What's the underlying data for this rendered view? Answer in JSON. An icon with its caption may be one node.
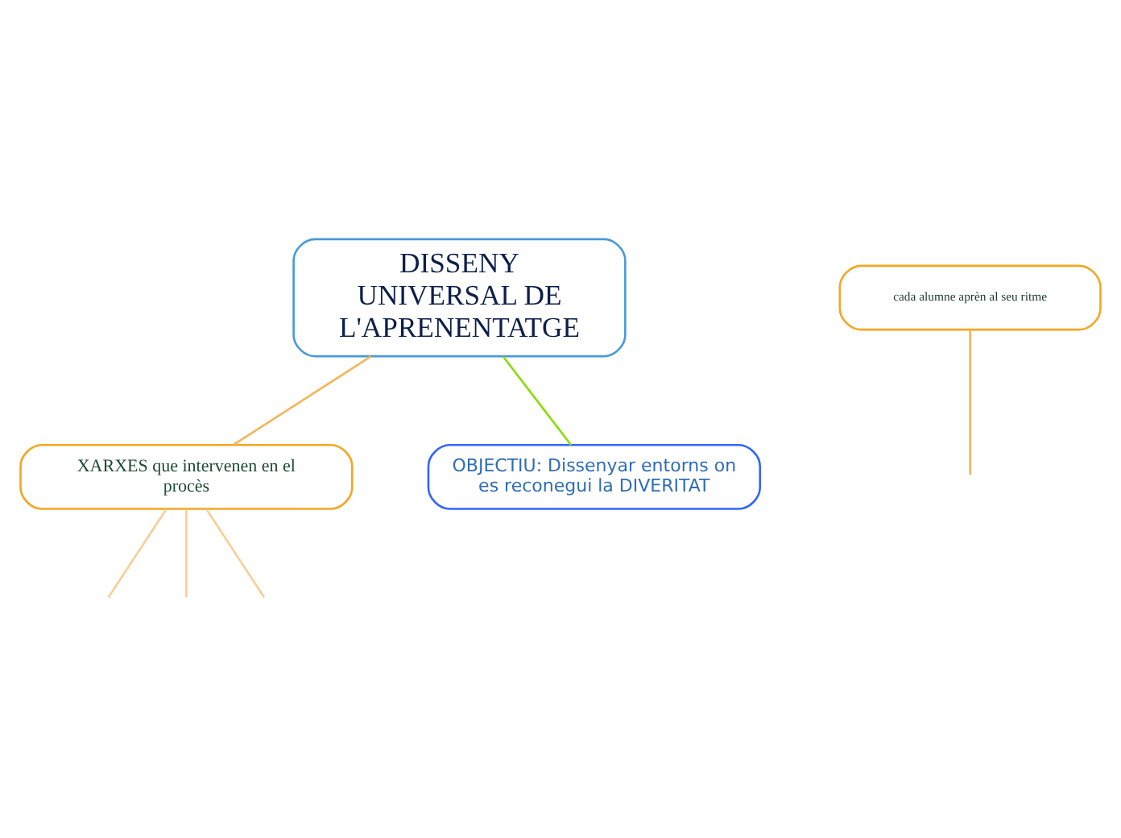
{
  "diagram": {
    "nodes": [
      {
        "text": [
          "DISSENY UNIVERSAL DE L'APRENENTATGE"
        ]
      },
      {
        "text": [
          "XARXES que intervenen en el procès"
        ]
      },
      {
        "text": [
          "OBJECTIU: Dissenyar entorns on es reconegui la DIVERITAT"
        ]
      },
      {
        "text": [
          "cada alumne aprèn al seu ritme"
        ]
      }
    ],
    "edges": [
      {
        "from": 0,
        "to": 1,
        "arrow": "none",
        "color": "#f5b55a"
      },
      {
        "from": 0,
        "to": 2,
        "arrow": "none",
        "color": "#88dd00"
      },
      {
        "from": 1,
        "to": null,
        "arrow": "none",
        "color": "#f8cf94"
      },
      {
        "from": 1,
        "to": null,
        "arrow": "none",
        "color": "#f8cf94"
      },
      {
        "from": 1,
        "to": null,
        "arrow": "none",
        "color": "#f8cf94"
      },
      {
        "from": 3,
        "to": null,
        "arrow": "none",
        "color": "#f5b55a"
      }
    ]
  }
}
